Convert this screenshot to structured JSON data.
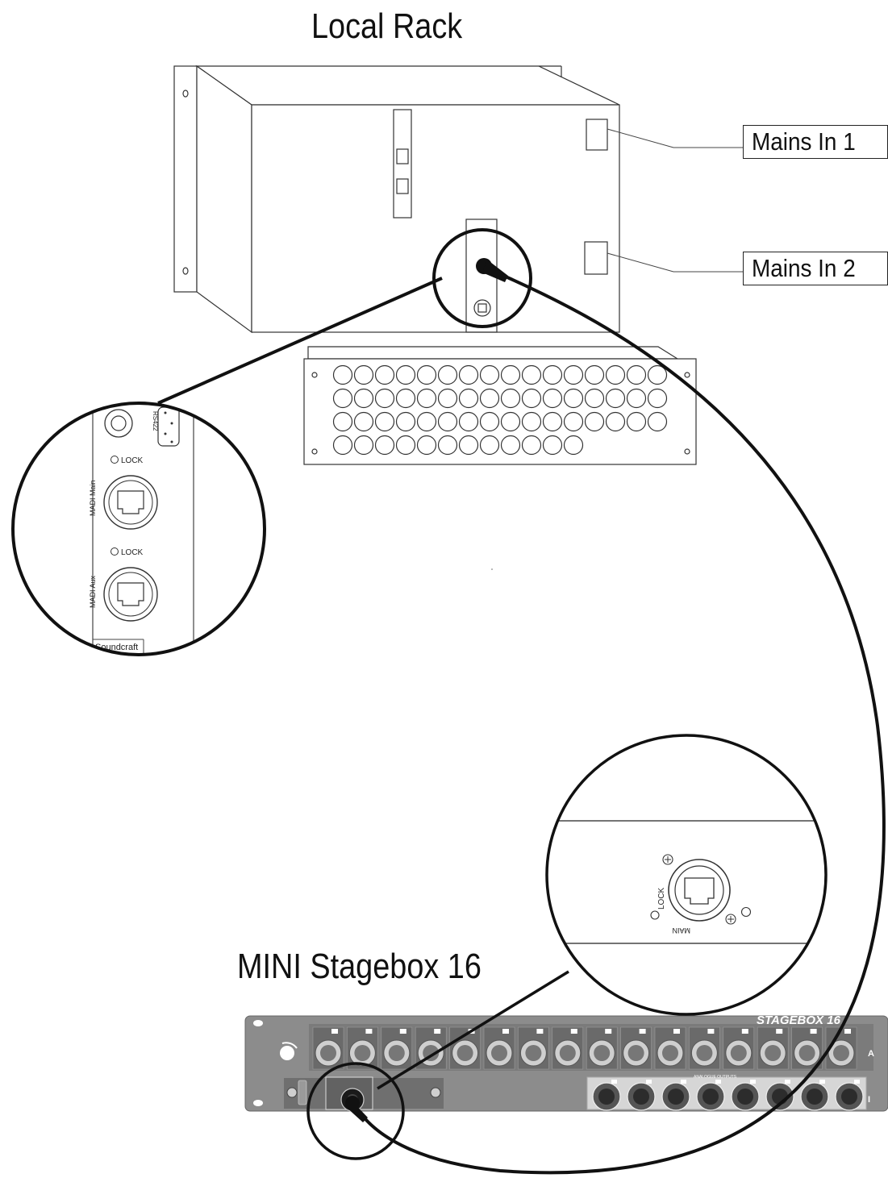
{
  "diagram": {
    "local_rack_title": "Local Rack",
    "stagebox_title": "MINI Stagebox 16",
    "callouts": {
      "mains_in_1": "Mains In 1",
      "mains_in_2": "Mains In 2"
    },
    "rack_zoom": {
      "rs422_label": "RS422",
      "lock_label_1": "LOCK",
      "madi_main_label": "MADI Main",
      "lock_label_2": "LOCK",
      "madi_aux_label": "MADI Aux",
      "brand_label": "Soundcraft"
    },
    "stagebox_zoom": {
      "lock_label": "LOCK",
      "main_label": "MAIN"
    },
    "stagebox_panel": {
      "brand_text": "STAGEBOX 16",
      "row_a_label": "A",
      "row_b_label": "I",
      "outputs_label": "ANALOGUE OUTPUTS"
    },
    "socket_grid": {
      "row_counts": [
        16,
        16,
        16,
        12
      ]
    },
    "stagebox_inputs_count": 16,
    "stagebox_outputs_count": 8,
    "colors": {
      "line": "#222222",
      "panel": "#8a8a8a",
      "panel_dark": "#5e5e5e"
    }
  }
}
